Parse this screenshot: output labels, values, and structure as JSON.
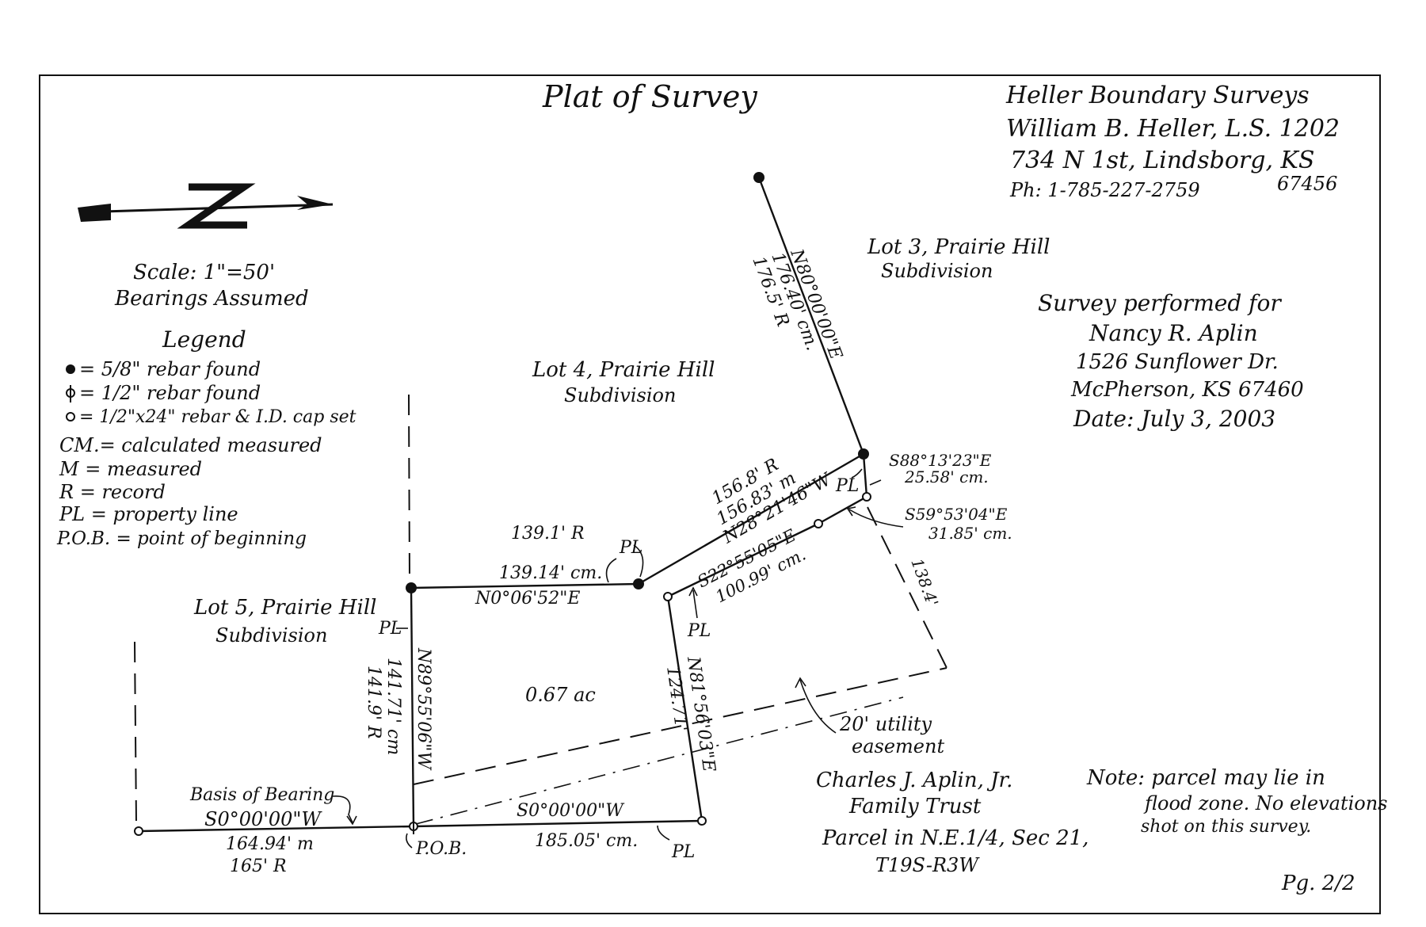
{
  "title": "Plat of Survey",
  "surveyor": {
    "company": "Heller Boundary Surveys",
    "name": "William B. Heller, L.S. 1202",
    "address": "734 N 1st, Lindsborg, KS",
    "phone": "Ph: 1-785-227-2759",
    "zip": "67456"
  },
  "scale": "Scale: 1\"=50'",
  "bearings_note": "Bearings Assumed",
  "legend": {
    "title": "Legend",
    "items": [
      "= 5/8\" rebar found",
      "= 1/2\" rebar found",
      "= 1/2\"x24\" rebar & I.D. cap set",
      "CM.= calculated measured",
      "M = measured",
      "R = record",
      "PL = property line",
      "P.O.B. = point of beginning"
    ]
  },
  "client": {
    "heading": "Survey performed for",
    "name": "Nancy R. Aplin",
    "street": "1526 Sunflower Dr.",
    "city": "McPherson, KS 67460",
    "date": "Date: July 3, 2003"
  },
  "lots": {
    "lot3": [
      "Lot 3, Prairie Hill",
      "Subdivision"
    ],
    "lot4": [
      "Lot 4, Prairie Hill",
      "Subdivision"
    ],
    "lot5": [
      "Lot 5, Prairie Hill",
      "Subdivision"
    ]
  },
  "area": "0.67 ac",
  "calls": {
    "n80": {
      "bearing": "N80°00'00\"E",
      "dist_cm": "176.40' cm.",
      "dist_r": "176.5' R"
    },
    "s88": {
      "bearing": "S88°13'23\"E",
      "dist": "25.58' cm."
    },
    "s59": {
      "bearing": "S59°53'04\"E",
      "dist": "31.85' cm."
    },
    "n28": {
      "rec": "156.8' R",
      "meas": "156.83' m",
      "bearing": "N28°21'46\"W"
    },
    "s22": {
      "bearing": "S22°55'05\"E",
      "dist": "100.99' cm."
    },
    "n0": {
      "rec": "139.1' R",
      "meas": "139.14' cm.",
      "bearing": "N0°06'52\"E"
    },
    "n89": {
      "bearing": "N89°55'06\"W",
      "meas": "141.71' cm",
      "rec": "141.9' R"
    },
    "n81": {
      "bearing": "N81°56'03\"E",
      "dist": "124.71'"
    },
    "s0_south": {
      "bearing": "S0°00'00\"W",
      "dist": "185.05' cm."
    },
    "basis": {
      "label": "Basis of Bearing",
      "bearing": "S0°00'00\"W",
      "meas": "164.94' m",
      "rec": "165' R"
    },
    "dim_138": "138.4'"
  },
  "pl": "PL",
  "pob": "P.O.B.",
  "easement": [
    "20' utility",
    "easement"
  ],
  "owner": {
    "name": "Charles J. Aplin, Jr.",
    "trust": "Family Trust",
    "parcel": "Parcel in N.E.1/4, Sec 21,",
    "township": "T19S-R3W"
  },
  "note": [
    "Note: parcel may lie in",
    "flood zone. No elevations",
    "shot on this survey."
  ],
  "page": "Pg. 2/2"
}
